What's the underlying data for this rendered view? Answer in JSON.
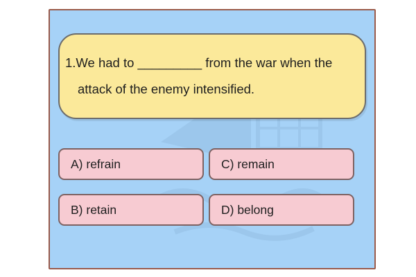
{
  "question": {
    "line1": "1.We had to _________ from the war when the",
    "line2": "attack of the enemy intensified."
  },
  "options": [
    {
      "label": "A) refrain"
    },
    {
      "label": "C) remain"
    },
    {
      "label": "B) retain"
    },
    {
      "label": "D) belong"
    }
  ],
  "colors": {
    "frame_bg": "#a6d2f7",
    "frame_border": "#9a5a4a",
    "question_bg": "#fbe99a",
    "option_bg": "#f7cbd2"
  }
}
